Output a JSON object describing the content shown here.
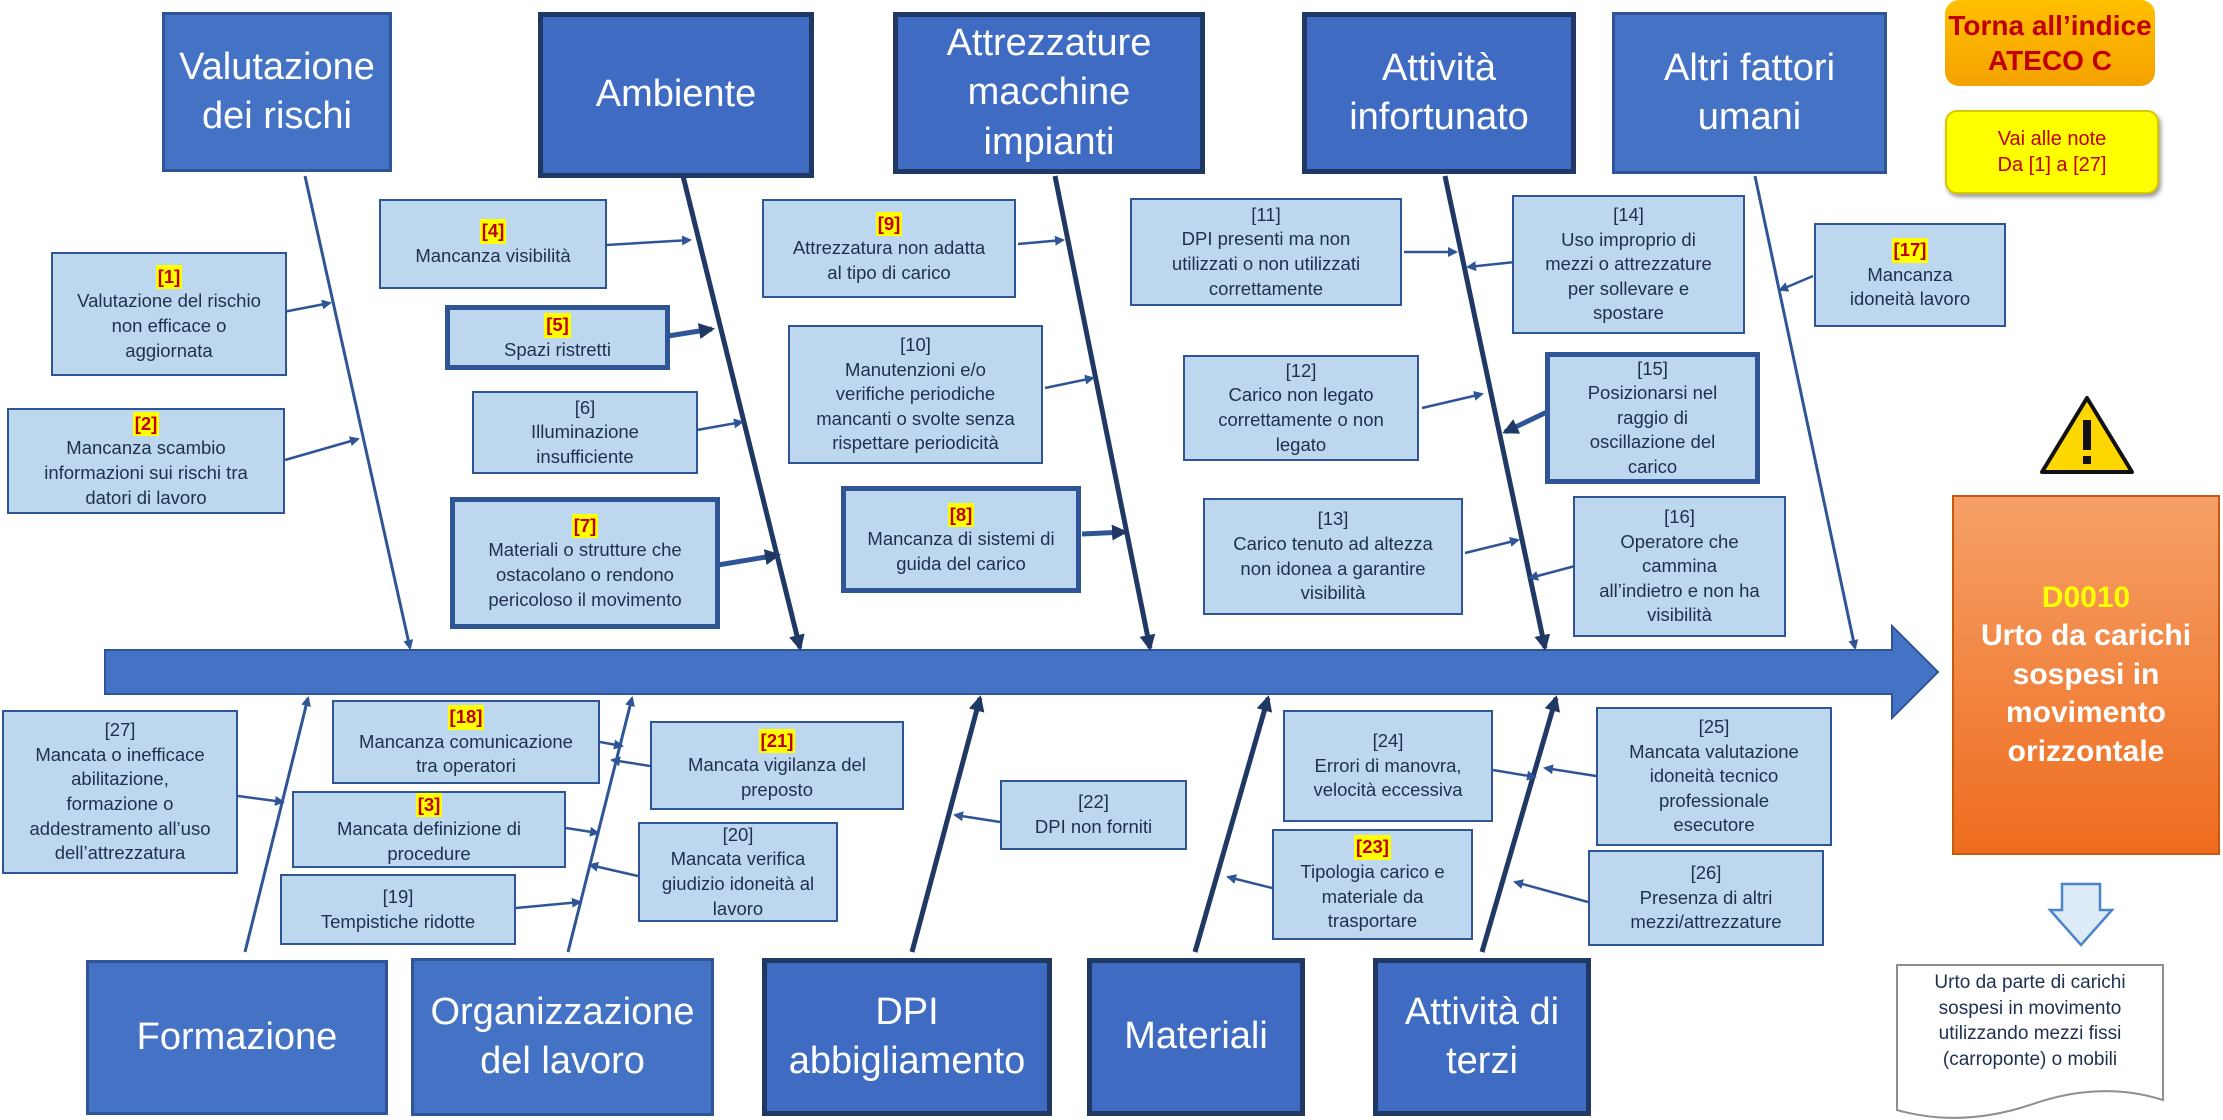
{
  "categories_top": [
    {
      "label": "Valutazione\ndei rischi"
    },
    {
      "label": "Ambiente"
    },
    {
      "label": "Attrezzature\nmacchine\nimpianti"
    },
    {
      "label": "Attività\ninfortunato"
    },
    {
      "label": "Altri fattori\numani"
    }
  ],
  "categories_bottom": [
    {
      "label": "Formazione"
    },
    {
      "label": "Organizzazione\ndel lavoro"
    },
    {
      "label": "DPI\nabbigliamento"
    },
    {
      "label": "Materiali"
    },
    {
      "label": "Attività di\nterzi"
    }
  ],
  "causes": [
    {
      "num": "[1]",
      "text": "Valutazione del rischio\nnon efficace o\naggiornata"
    },
    {
      "num": "[2]",
      "text": "Mancanza scambio\ninformazioni sui rischi tra\ndatori di lavoro"
    },
    {
      "num": "[4]",
      "text": "Mancanza visibilità"
    },
    {
      "num": "[5]",
      "text": "Spazi ristretti"
    },
    {
      "num": "[6]",
      "text": "Illuminazione\ninsufficiente"
    },
    {
      "num": "[7]",
      "text": "Materiali o strutture che\nostacolano o rendono\npericoloso  il movimento"
    },
    {
      "num": "[9]",
      "text": "Attrezzatura non adatta\nal tipo di carico"
    },
    {
      "num": "[10]",
      "text": "Manutenzioni e/o\nverifiche periodiche\nmancanti o svolte senza\nrispettare periodicità"
    },
    {
      "num": "[8]",
      "text": "Mancanza di sistemi di\nguida del carico"
    },
    {
      "num": "[11]",
      "text": "DPI presenti ma non\nutilizzati o non utilizzati\ncorrettamente"
    },
    {
      "num": "[12]",
      "text": "Carico non legato\ncorrettamente o non\nlegato"
    },
    {
      "num": "[13]",
      "text": "Carico tenuto ad altezza\nnon idonea a garantire\nvisibilità"
    },
    {
      "num": "[14]",
      "text": "Uso improprio di\nmezzi o attrezzature\nper sollevare e\nspostare"
    },
    {
      "num": "[15]",
      "text": "Posizionarsi nel\nraggio di\noscillazione del\ncarico"
    },
    {
      "num": "[16]",
      "text": "Operatore che\ncammina\nall’indietro e non ha\nvisibilità"
    },
    {
      "num": "[17]",
      "text": "Mancanza\nidoneità lavoro"
    },
    {
      "num": "[27]",
      "text": "Mancata o inefficace\nabilitazione,\nformazione o\naddestramento all’uso\ndell’attrezzatura"
    },
    {
      "num": "[18]",
      "text": "Mancanza comunicazione\ntra operatori"
    },
    {
      "num": "[3]",
      "text": "Mancata definizione di\nprocedure"
    },
    {
      "num": "[19]",
      "text": "Tempistiche ridotte"
    },
    {
      "num": "[21]",
      "text": "Mancata vigilanza del\npreposto"
    },
    {
      "num": "[20]",
      "text": "Mancata verifica\ngiudizio idoneità al\nlavoro"
    },
    {
      "num": "[22]",
      "text": "DPI non forniti"
    },
    {
      "num": "[24]",
      "text": "Errori di manovra,\nvelocità eccessiva"
    },
    {
      "num": "[23]",
      "text": "Tipologia carico e\nmateriale da\ntrasportare"
    },
    {
      "num": "[25]",
      "text": "Mancata valutazione\nidoneità tecnico\nprofessionale\nesecutore"
    },
    {
      "num": "[26]",
      "text": "Presenza di altri\nmezzi/attrezzature"
    }
  ],
  "nav": {
    "index_button": "Torna all’indice\nATECO C",
    "notes_button": "Vai alle note\nDa [1] a [27]"
  },
  "effect": {
    "code": "D0010",
    "title": "Urto da carichi\nsospesi in\nmovimento\norizzontale"
  },
  "note": "Urto da parte di carichi\nsospesi in movimento\nutilizzando mezzi fissi\n(carroponte) o mobili",
  "colors": {
    "category_fill": "#4472c4",
    "cause_fill": "#bdd7ee",
    "effect_fill": "#ef6c1f",
    "highlight": "#ffff00",
    "highlight_text": "#c00000",
    "warning": "#ffd700"
  },
  "icons": {
    "warning": "warning-icon",
    "arrow_down": "arrow-down-icon"
  }
}
